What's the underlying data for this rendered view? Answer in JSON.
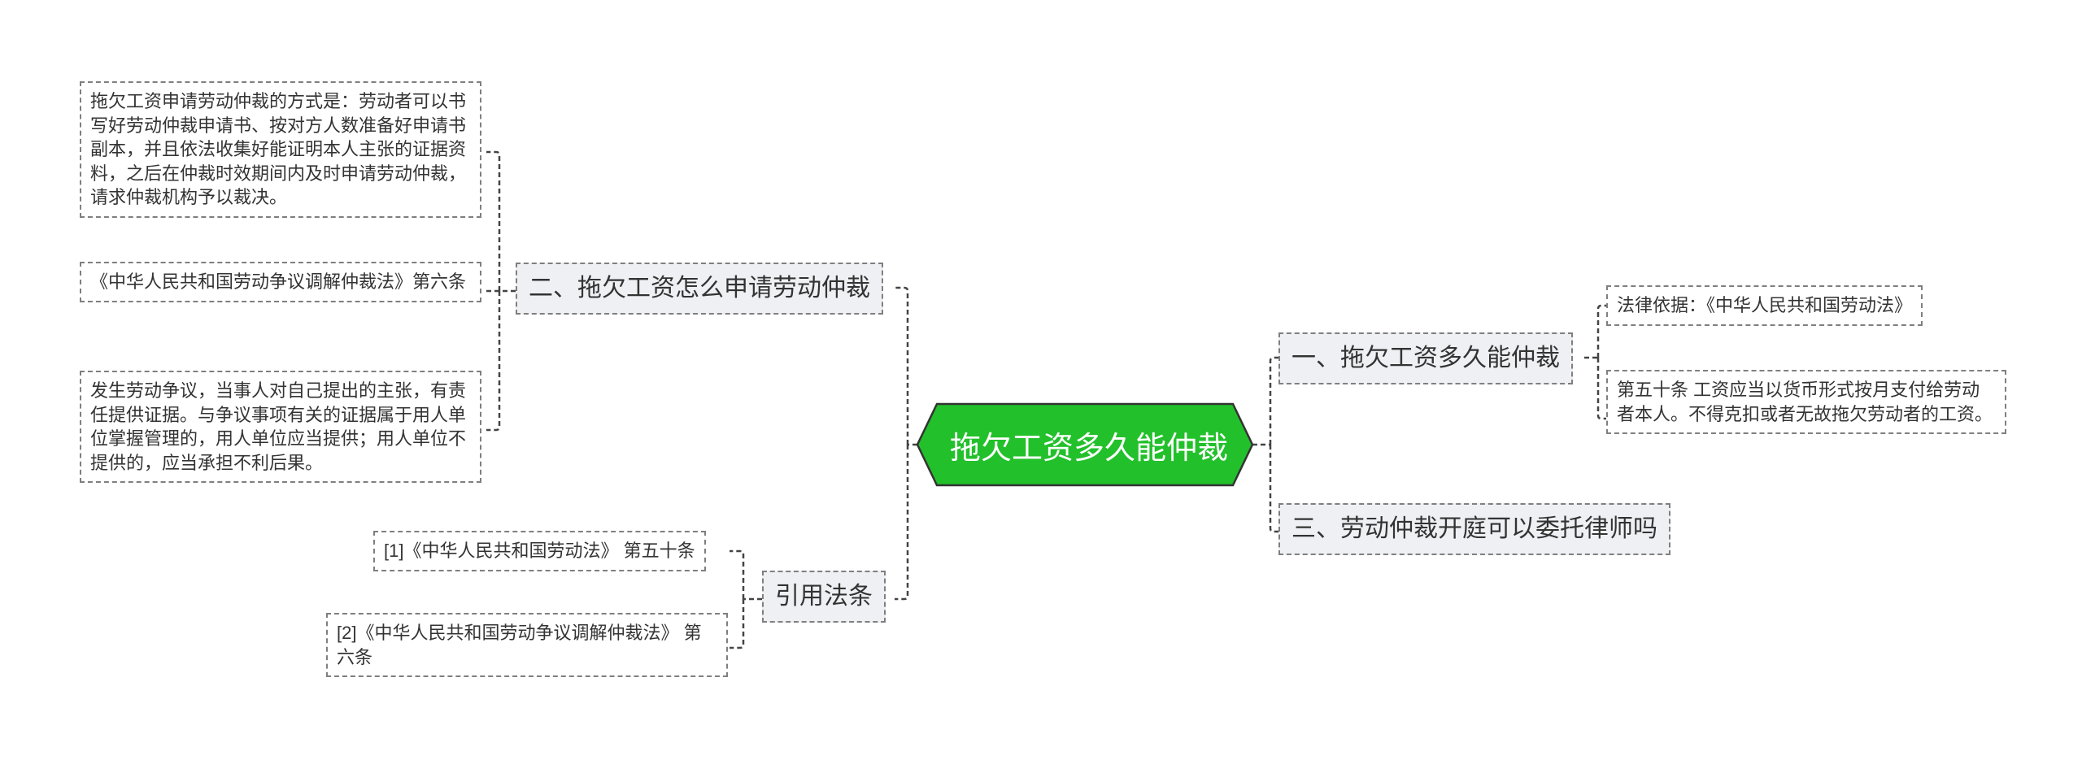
{
  "mindmap": {
    "root": {
      "label": "拖欠工资多久能仲裁",
      "color": "#22c02b"
    },
    "branches": [
      {
        "label": "一、拖欠工资多久能仲裁",
        "children": [
          "法律依据：《中华人民共和国劳动法》",
          "第五十条 工资应当以货币形式按月支付给劳动者本人。不得克扣或者无故拖欠劳动者的工资。"
        ]
      },
      {
        "label": "二、拖欠工资怎么申请劳动仲裁",
        "children": [
          "拖欠工资申请劳动仲裁的方式是：劳动者可以书写好劳动仲裁申请书、按对方人数准备好申请书副本，并且依法收集好能证明本人主张的证据资料，之后在仲裁时效期间内及时申请劳动仲裁，请求仲裁机构予以裁决。",
          "《中华人民共和国劳动争议调解仲裁法》第六条",
          "发生劳动争议，当事人对自己提出的主张，有责任提供证据。与争议事项有关的证据属于用人单位掌握管理的，用人单位应当提供；用人单位不提供的，应当承担不利后果。"
        ]
      },
      {
        "label": "三、劳动仲裁开庭可以委托律师吗",
        "children": []
      },
      {
        "label": "引用法条",
        "children": [
          "[1]《中华人民共和国劳动法》 第五十条",
          "[2]《中华人民共和国劳动争议调解仲裁法》 第六条"
        ]
      }
    ]
  }
}
